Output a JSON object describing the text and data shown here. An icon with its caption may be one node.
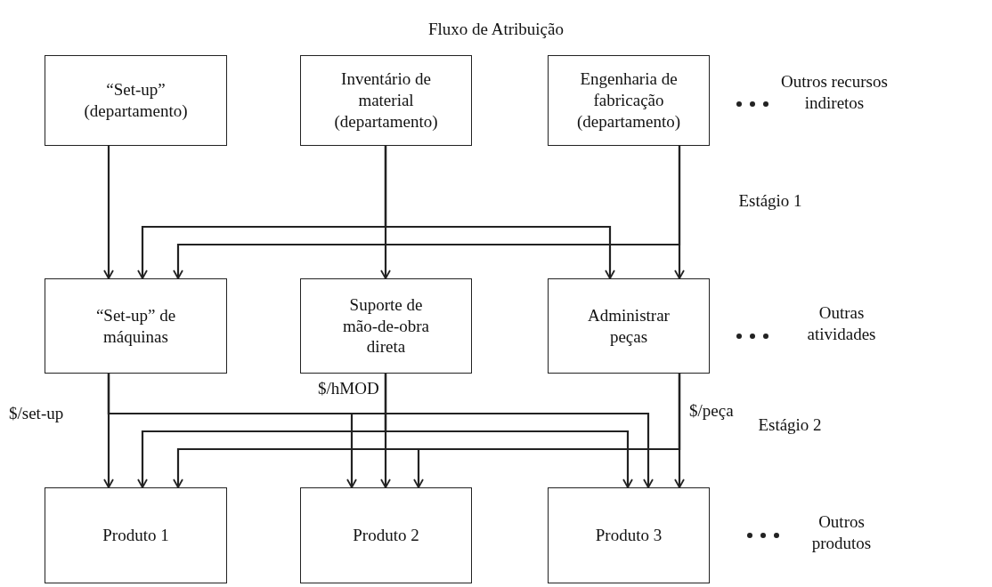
{
  "diagram": {
    "title": "Fluxo de Atribuição",
    "nodes": [
      {
        "text": [
          "“Set-up” (departamento)"
        ]
      },
      {
        "text": [
          "Inventário de material (departamento)"
        ]
      },
      {
        "text": [
          "Engenharia de fabricação (departamento)"
        ]
      },
      {
        "text": [
          "“Set-up” de máquinas"
        ]
      },
      {
        "text": [
          "Suporte de mão-de-obra direta"
        ]
      },
      {
        "text": [
          "Administrar peças"
        ]
      },
      {
        "text": [
          "Produto 1"
        ]
      },
      {
        "text": [
          "Produto 2"
        ]
      },
      {
        "text": [
          "Produto 3"
        ]
      }
    ],
    "edges": [
      {
        "from": 0,
        "to": 3,
        "arrow": "to"
      },
      {
        "from": 1,
        "to": 3,
        "arrow": "to"
      },
      {
        "from": 1,
        "to": 4,
        "arrow": "to"
      },
      {
        "from": 1,
        "to": 5,
        "arrow": "to"
      },
      {
        "from": 2,
        "to": 3,
        "arrow": "to"
      },
      {
        "from": 2,
        "to": 5,
        "arrow": "to"
      },
      {
        "from": 3,
        "to": 6,
        "arrow": "to",
        "label": "$/set-up"
      },
      {
        "from": 3,
        "to": 7,
        "arrow": "to"
      },
      {
        "from": 3,
        "to": 8,
        "arrow": "to"
      },
      {
        "from": 4,
        "to": 6,
        "arrow": "to"
      },
      {
        "from": 4,
        "to": 7,
        "arrow": "to",
        "label": "$/hMOD"
      },
      {
        "from": 4,
        "to": 8,
        "arrow": "to"
      },
      {
        "from": 5,
        "to": 6,
        "arrow": "to"
      },
      {
        "from": 5,
        "to": 7,
        "arrow": "to"
      },
      {
        "from": 5,
        "to": 8,
        "arrow": "to",
        "label": "$/peça"
      }
    ],
    "labels": [
      "Outros recursos indiretos",
      "Estágio 1",
      "Outras atividades",
      "Estágio 2",
      "Outros produtos"
    ]
  }
}
